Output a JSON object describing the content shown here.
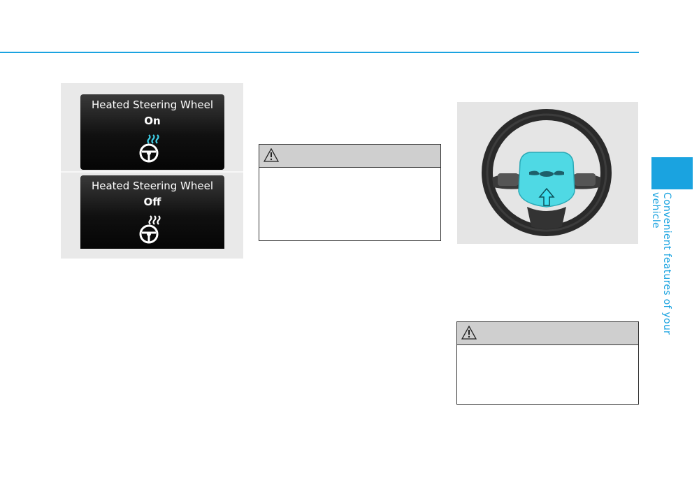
{
  "side_tab": {
    "label": "Convenient features of your vehicle",
    "color": "#1aa3e0"
  },
  "display_figure": {
    "panels": [
      {
        "title": "Heated Steering Wheel",
        "state": "On",
        "icon": "heated-steering-wheel-on-icon",
        "heat_color": "#3fd0e8"
      },
      {
        "title": "Heated Steering Wheel",
        "state": "Off",
        "icon": "heated-steering-wheel-off-icon",
        "heat_color": "#ffffff"
      }
    ]
  },
  "warnings": [
    {
      "icon": "warning-triangle-icon"
    },
    {
      "icon": "warning-triangle-icon"
    }
  ],
  "wheel_figure": {
    "icon": "steering-wheel-icon",
    "highlight_color": "#4fd9e4",
    "arrow_color": "#3fe0f0"
  }
}
